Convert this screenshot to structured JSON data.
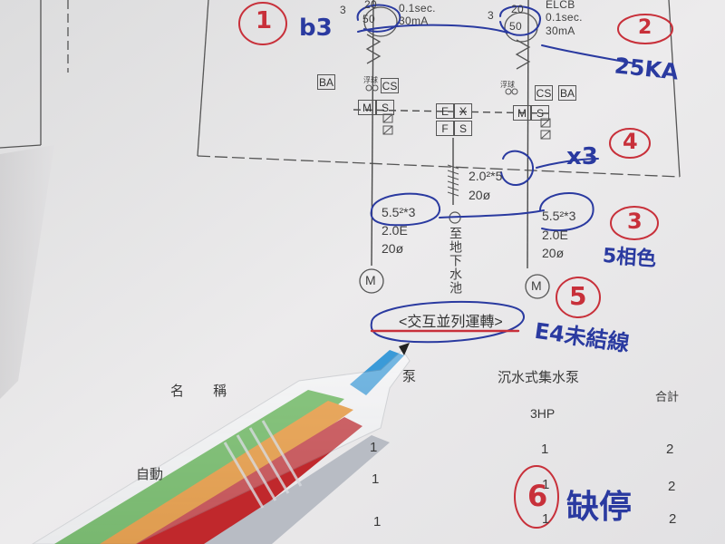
{
  "diagram": {
    "left_breaker": {
      "rating_top": "20",
      "rating_mid": "50"
    },
    "right_breaker": {
      "type": "ELCB",
      "rating_top": "20",
      "rating_mid": "50",
      "trip_time": "0.1sec.",
      "sensitivity": "30mA"
    },
    "left_breaker_extra": {
      "trip_time": "0.1sec.",
      "sensitivity": "30mA"
    },
    "poles": [
      "3",
      "3"
    ],
    "boxes": {
      "ba": "BA",
      "cs": "CS",
      "m": "M",
      "s": "S",
      "e": "E",
      "x": "X",
      "f": "F",
      "s2": "S",
      "float_label": "浮球"
    },
    "left_cable": {
      "size": "5.5²*3",
      "ground": "2.0E",
      "conduit": "20ø"
    },
    "right_cable": {
      "size": "5.5²*3",
      "ground": "2.0E",
      "conduit": "20ø"
    },
    "center_cable": {
      "size": "2.0²*5",
      "conduit": "20ø"
    },
    "center_label": "至地下水池",
    "motor_symbol": "M",
    "operation_note": "<交互並列運轉>"
  },
  "table": {
    "headers": {
      "name": "名 稱",
      "pump": "泵",
      "submersible": "沉水式集水泵",
      "total": "合計"
    },
    "spec": "3HP",
    "rows": [
      {
        "name": "自動",
        "c1": "1",
        "c2": "1",
        "c3": "2"
      },
      {
        "name": "",
        "c1": "1",
        "c2": "1",
        "c3": "2"
      },
      {
        "name": "",
        "c1": "1",
        "c2": "1",
        "c3": "2"
      }
    ]
  },
  "annotations": {
    "blue": {
      "b3": "b3",
      "kA": "25KA",
      "x3": "x3",
      "color": "5相色",
      "e4": "E4未結線",
      "missing": "缺停"
    },
    "red": {
      "n1": "1",
      "n2": "2",
      "n3": "3",
      "n4": "4",
      "n5": "5",
      "n6": "6"
    }
  },
  "colors": {
    "paper": "#e9e8ea",
    "ink": "#404040",
    "blue_pen": "#2a3aa0",
    "red_pen": "#c8303a",
    "pen_green": "#5ab04a",
    "pen_orange": "#e88a1e",
    "pen_red": "#c0282c",
    "pen_blue": "#3a9ad8"
  }
}
